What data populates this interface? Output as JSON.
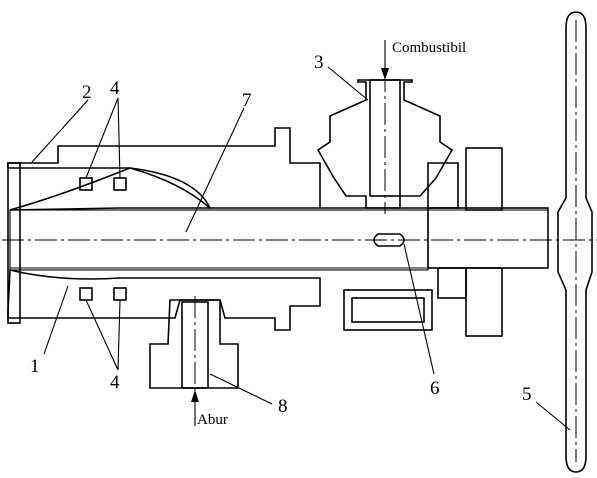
{
  "labels": {
    "fuel": "Combustibil",
    "steam": "Abur",
    "n1": "1",
    "n2": "2",
    "n3": "3",
    "n4_top": "4",
    "n4_bottom": "4",
    "n5": "5",
    "n6": "6",
    "n7": "7",
    "n8": "8"
  }
}
